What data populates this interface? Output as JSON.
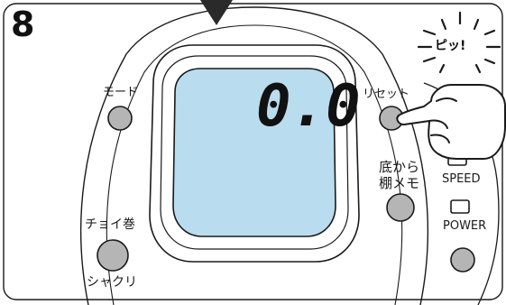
{
  "step_number": "8",
  "display": {
    "reading": "0.0"
  },
  "beep_text": "ピッ!",
  "buttons": {
    "mode": {
      "label": "モード"
    },
    "reset": {
      "label": "リセット"
    },
    "bottom_memo": {
      "label_line1": "底から",
      "label_line2": "棚メモ"
    },
    "speed": {
      "label": "SPEED"
    },
    "power": {
      "label": "POWER"
    },
    "chokoi": {
      "label_top": "チョイ巻",
      "label_bottom": "シャクリ"
    }
  },
  "icons": [
    "pointer-triangle-icon",
    "pressing-hand-icon",
    "beep-burst-icon"
  ],
  "colors": {
    "lcd_fill": "#b9dcef",
    "button_fill": "#b5b5b5",
    "outline": "#1a1a1a",
    "panel_fill": "#ffffff"
  }
}
